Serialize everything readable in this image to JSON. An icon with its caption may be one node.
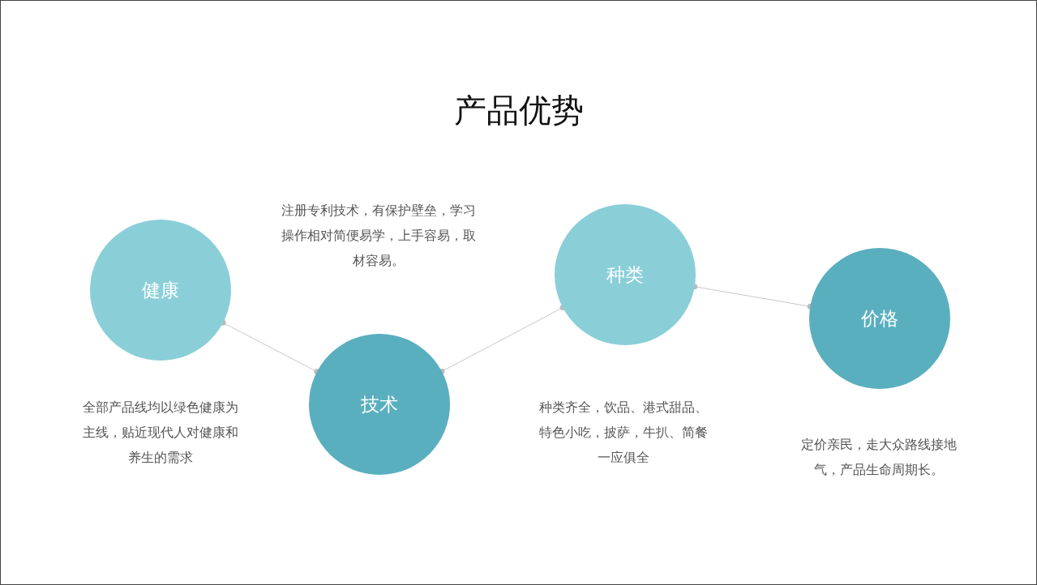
{
  "diagram": {
    "title": "产品优势",
    "nodes": [
      {
        "text": [
          "健康"
        ]
      },
      {
        "text": [
          "技术"
        ]
      },
      {
        "text": [
          "种类"
        ]
      },
      {
        "text": [
          "价格"
        ]
      }
    ],
    "edges": [
      {
        "from": 0,
        "to": 1,
        "arrow": "other"
      },
      {
        "from": 1,
        "to": 2,
        "arrow": "other"
      },
      {
        "from": 2,
        "to": 3,
        "arrow": "other"
      }
    ],
    "labels": [
      "注册专利技术，有保护壁垒，学习操作相对简便易学，上手容易，取材容易。",
      "全部产品线均以绿色健康为主线，贴近现代人对健康和养生的需求",
      "种类齐全，饮品、港式甜品、特色小吃，披萨，牛扒、简餐一应俱全",
      "定价亲民，走大众路线接地气，产品生命周期长。"
    ]
  }
}
